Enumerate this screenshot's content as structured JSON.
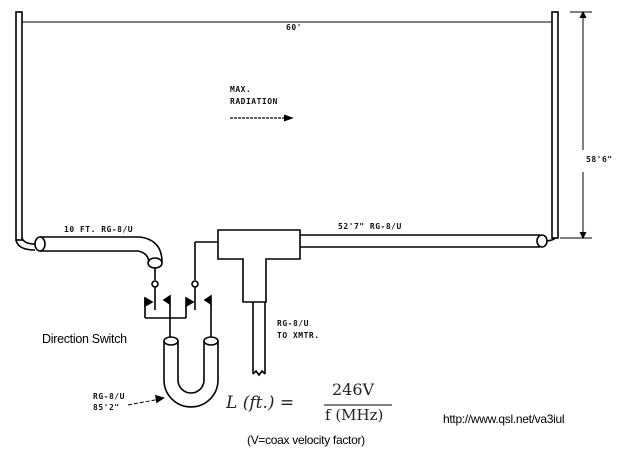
{
  "labels": {
    "width": "60'",
    "max_radiation_1": "MAX.",
    "max_radiation_2": "RADIATION",
    "height": "58'6\"",
    "left_coax": "10 FT.  RG-8/U",
    "right_coax": "52'7\" RG-8/U",
    "xmtr_1": "RG-8/U",
    "xmtr_2": "TO XMTR.",
    "direction_switch": "Direction Switch",
    "loop_1": "RG-8/U",
    "loop_2": "85'2\""
  },
  "formula": {
    "lhs": "L (ft.) =",
    "numerator": "246V",
    "denominator": "f (MHz)",
    "note": "(V=coax velocity factor)"
  },
  "url": "http://www.qsl.net/va3iul"
}
